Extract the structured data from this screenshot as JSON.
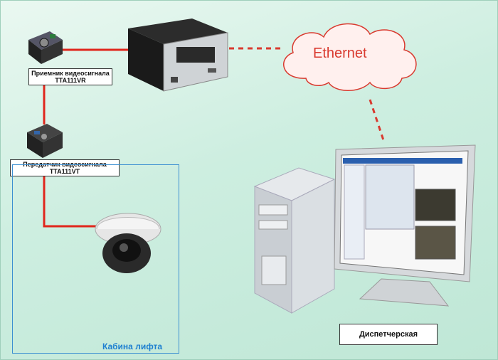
{
  "diagram": {
    "cloud_label": "Ethernet",
    "receiver_label": "Приемник видеосигнала",
    "receiver_model": "TTA111VR",
    "transmitter_label": "Передатчик видеосигнала",
    "transmitter_model": "TTA111VT",
    "cabin_label": "Кабина лифта",
    "dispatch_label": "Диспетчерская"
  },
  "colors": {
    "cable": "#e0261c",
    "cabin_border": "#3b8fd1",
    "cabin_text": "#1d7fd0",
    "background": "#cdeee0"
  },
  "icons": [
    "video-receiver-icon",
    "video-recorder-icon",
    "video-transmitter-icon",
    "dome-camera-icon",
    "computer-tower-icon",
    "monitor-icon",
    "cloud-icon"
  ]
}
